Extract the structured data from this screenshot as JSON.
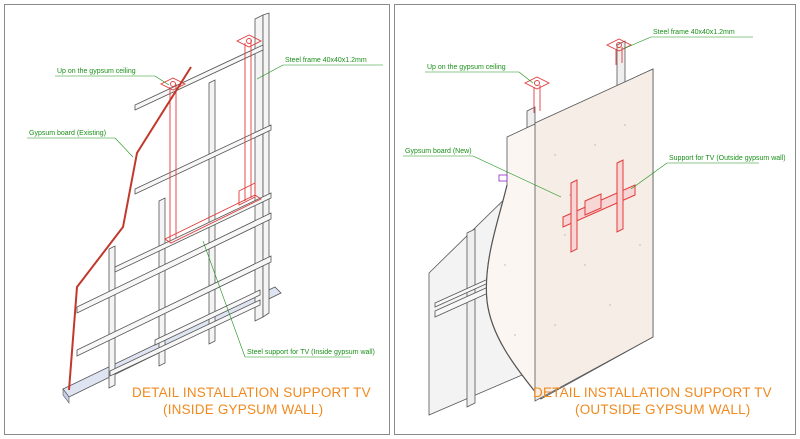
{
  "left_panel": {
    "labels": {
      "ceiling": "Up on the gypsum ceiling",
      "frame": "Steel frame 40x40x1.2mm",
      "board": "Gypsum board (Existing)",
      "support": "Steel support for TV (Inside gypsum wall)"
    },
    "title_line1": "DETAIL INSTALLATION SUPPORT TV",
    "title_line2": "(INSIDE GYPSUM WALL)"
  },
  "right_panel": {
    "labels": {
      "ceiling": "Up on the gypsum ceiling",
      "frame": "Steel frame 40x40x1.2mm",
      "board": "Gypsum board (New)",
      "support": "Support for TV (Outside gypsum wall)"
    },
    "title_line1": "DETAIL INSTALLATION SUPPORT TV",
    "title_line2": "(OUTSIDE GYPSUM WALL)"
  },
  "colors": {
    "label_green": "#1a8f1a",
    "title_orange": "#f08a1e",
    "steel_red": "#e23b3b",
    "line_gray": "#555555"
  }
}
